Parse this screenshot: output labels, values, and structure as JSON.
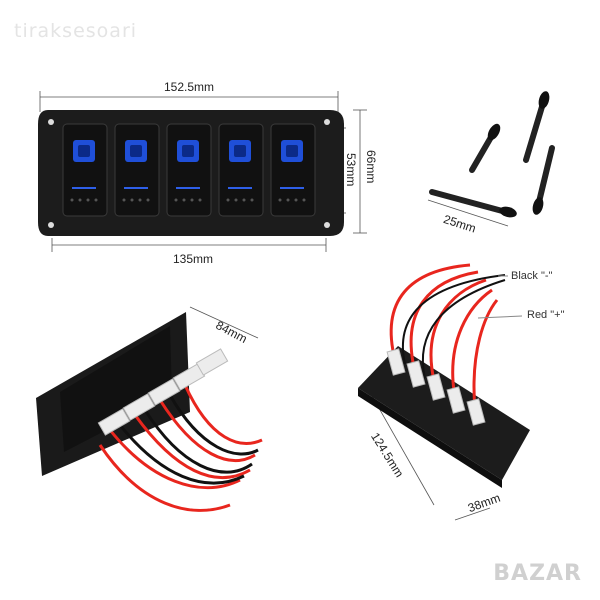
{
  "watermark": "tiraksesoari",
  "logo": "BAZAR",
  "dimensions": {
    "panel_width": "152.5mm",
    "panel_hole_spacing": "135mm",
    "panel_height_outer": "66mm",
    "panel_height_inner": "53mm",
    "screw_length": "25mm",
    "switch_depth": "84mm",
    "back_length": "124.5mm",
    "back_width": "38mm"
  },
  "wires": {
    "black_label": "Black \"-\"",
    "red_label": "Red \"+\""
  },
  "colors": {
    "panel": "#1c1c1c",
    "switch_led": "#1f4fd8",
    "wire_red": "#e8261e",
    "wire_black": "#111111"
  }
}
